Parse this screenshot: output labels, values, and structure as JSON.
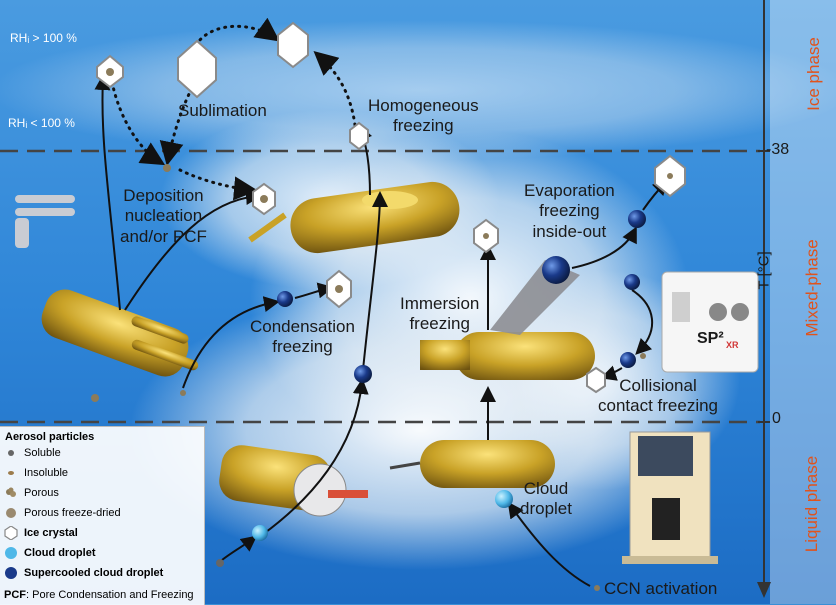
{
  "rh": {
    "above": "RHᵢ > 100 %",
    "below": "RHᵢ < 100 %"
  },
  "phases": {
    "ice": "Ice phase",
    "mixed": "Mixed-phase",
    "liquid": "Liquid phase"
  },
  "axis": {
    "label": "T [°C]",
    "tick_top": "-38",
    "tick_bottom": "0"
  },
  "processes": {
    "sublimation": "Sublimation",
    "homogeneous_1": "Homogeneous",
    "homogeneous_2": "freezing",
    "deposition_1": "Deposition",
    "deposition_2": "nucleation",
    "deposition_3": "and/or PCF",
    "evaporation_1": "Evaporation",
    "evaporation_2": "freezing",
    "evaporation_3": "inside-out",
    "condensation_1": "Condensation",
    "condensation_2": "freezing",
    "immersion_1": "Immersion",
    "immersion_2": "freezing",
    "collisional_1": "Collisional",
    "collisional_2": "contact freezing",
    "cloud_1": "Cloud",
    "cloud_2": "droplet",
    "ccn": "CCN activation"
  },
  "instrument_text": {
    "sp2": "SP²",
    "sp2_sub": "XR"
  },
  "legend": {
    "title": "Aerosol particles",
    "items": [
      {
        "label": "Soluble",
        "icon": "soluble-dot",
        "bold": false
      },
      {
        "label": "Insoluble",
        "icon": "insoluble-speck",
        "bold": false
      },
      {
        "label": "Porous",
        "icon": "porous-particle",
        "bold": false
      },
      {
        "label": "Porous freeze-dried",
        "icon": "porous-dried-particle",
        "bold": false
      },
      {
        "label": "Ice crystal",
        "icon": "hexagon",
        "bold": true
      },
      {
        "label": "Cloud droplet",
        "icon": "light-blue-sphere",
        "bold": true
      },
      {
        "label": "Supercooled cloud droplet",
        "icon": "dark-blue-sphere",
        "bold": true
      }
    ],
    "footnote_abbr": "PCF",
    "footnote_text": ": Pore Condensation and Freezing"
  },
  "colors": {
    "phase_text": "#e0531c",
    "brass": "#c9a227",
    "supercooled": "#1a3a8a",
    "droplet": "#4fb8e8"
  }
}
